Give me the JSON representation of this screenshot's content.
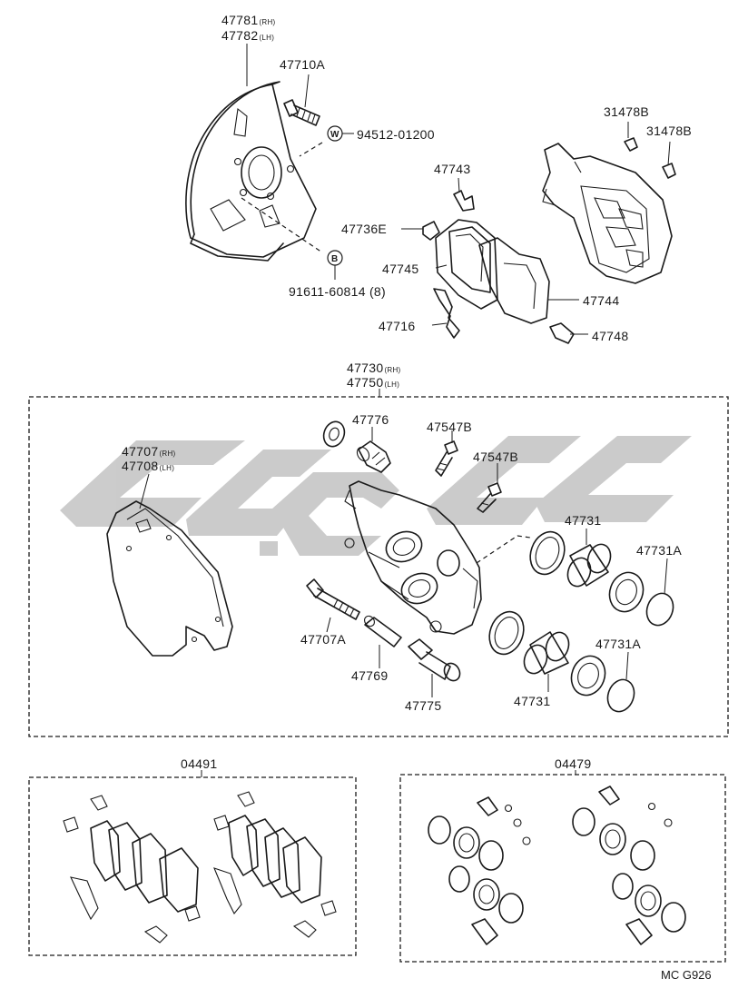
{
  "watermark": {
    "color": "#c9c9c9"
  },
  "labels": {
    "l47781": "47781",
    "l47781_side": "(RH)",
    "l47782": "47782",
    "l47782_side": "(LH)",
    "l47710A": "47710A",
    "l94512": "94512-01200",
    "mark_w": "W",
    "l91611": "91611-60814 (8)",
    "mark_b": "B",
    "l31478B_a": "31478B",
    "l31478B_b": "31478B",
    "l47743": "47743",
    "l47736E": "47736E",
    "l47745": "47745",
    "l47744": "47744",
    "l47716": "47716",
    "l47748": "47748",
    "l47730": "47730",
    "l47730_side": "(RH)",
    "l47750": "47750",
    "l47750_side": "(LH)",
    "l47776": "47776",
    "l47547B_a": "47547B",
    "l47547B_b": "47547B",
    "l47707": "47707",
    "l47707_side": "(RH)",
    "l47708": "47708",
    "l47708_side": "(LH)",
    "l47731_a": "47731",
    "l47731A_a": "47731A",
    "l47707A": "47707A",
    "l47769": "47769",
    "l47775": "47775",
    "l47731_b": "47731",
    "l47731A_b": "47731A",
    "l04491": "04491",
    "l04479": "04479",
    "corner_code": "MC G926"
  }
}
